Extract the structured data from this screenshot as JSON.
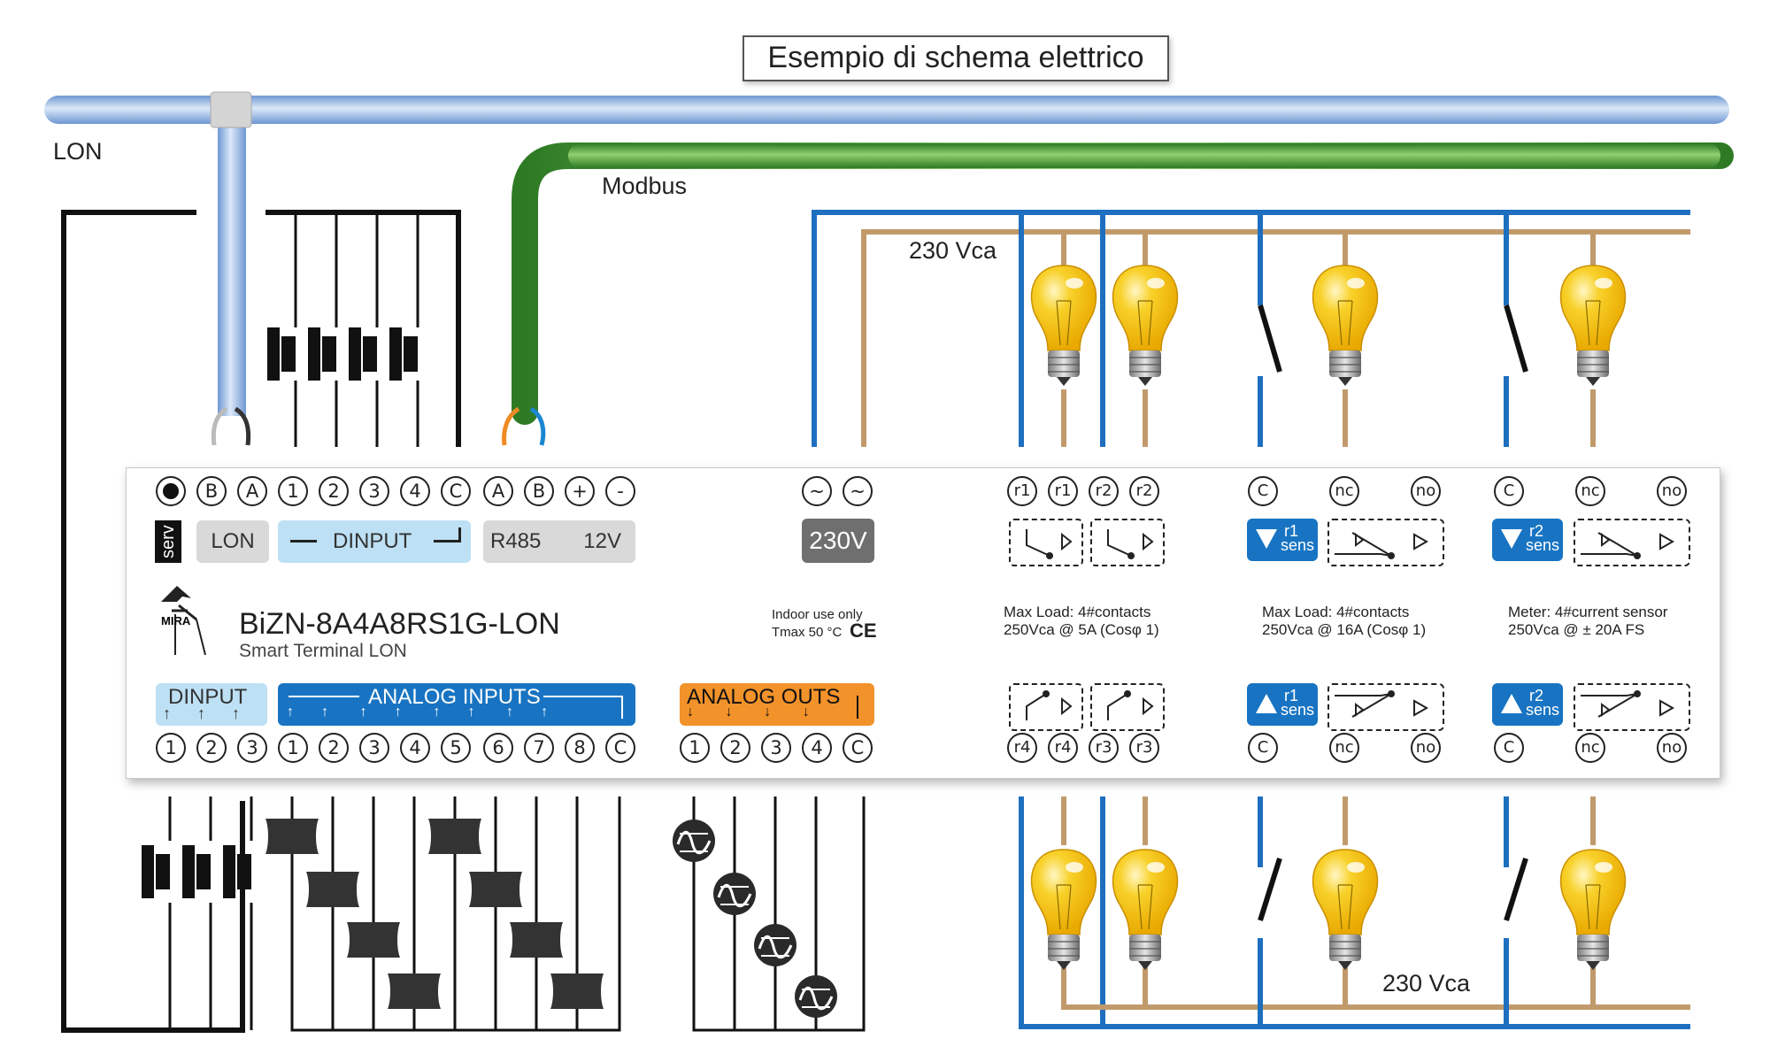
{
  "title": "Esempio di schema elettrico",
  "bus_labels": {
    "lon": "LON",
    "modbus": "Modbus",
    "supply_top": "230 Vca",
    "supply_bottom": "230 Vca"
  },
  "device": {
    "model": "BiZN-8A4A8RS1G-LON",
    "subtitle": "Smart Terminal LON",
    "indoor": "Indoor use only",
    "tmax": "Tmax 50 °C",
    "ce": "CE",
    "logo_text": "MIRA",
    "serv_label": "serv",
    "top_terminals_left": [
      "",
      "B",
      "A",
      "1",
      "2",
      "3",
      "4",
      "C",
      "A",
      "B",
      "+",
      "-"
    ],
    "top_groups": {
      "lon": "LON",
      "dinput": "DINPUT",
      "r485": "R485",
      "v12": "12V",
      "v230": "230V"
    },
    "power_terminals": [
      "~",
      "~"
    ],
    "bottom_groups": {
      "dinput": "DINPUT",
      "analog_inputs": "ANALOG INPUTS",
      "analog_outs": "ANALOG OUTS"
    },
    "bottom_terminals_left": [
      "1",
      "2",
      "3",
      "1",
      "2",
      "3",
      "4",
      "5",
      "6",
      "7",
      "8",
      "C",
      "1",
      "2",
      "3",
      "4",
      "C"
    ],
    "relay_top_terminals": [
      "r1",
      "r1",
      "r2",
      "r2"
    ],
    "relay_bottom_terminals": [
      "r4",
      "r4",
      "r3",
      "r3"
    ],
    "meter1_terminals": [
      "C",
      "nc",
      "no"
    ],
    "meter2_terminals": [
      "C",
      "nc",
      "no"
    ],
    "sens": {
      "r1": "r1",
      "r2": "r2",
      "word": "sens"
    },
    "specs": [
      {
        "line1": "Max Load:  4#contacts",
        "line2": "250Vca @ 5A (Cosφ 1)"
      },
      {
        "line1": "Max Load:  4#contacts",
        "line2": "250Vca @ 16A (Cosφ 1)"
      },
      {
        "line1": "Meter: 4#current sensor",
        "line2": "250Vca @  ± 20A FS"
      }
    ]
  },
  "colors": {
    "lon_bus": "#8fb3e0",
    "modbus": "#3d8c2f",
    "neutral": "#1e6fbf",
    "phase": "#c19a6b",
    "bulb": "#f6c315",
    "accent_blue": "#1874c2",
    "orange": "#f2922a"
  }
}
